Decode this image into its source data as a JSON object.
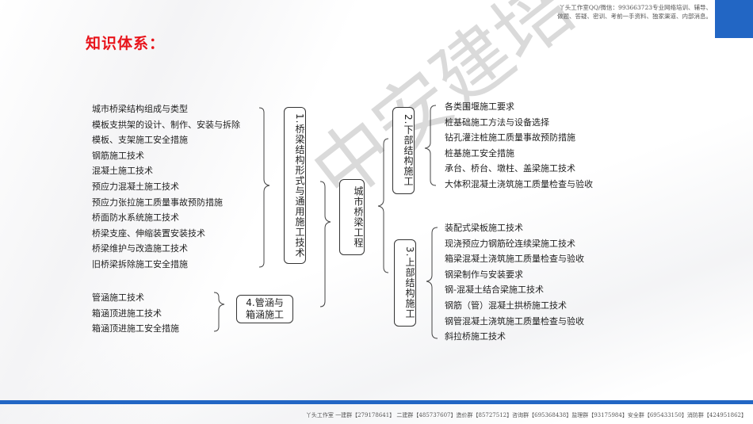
{
  "header": {
    "note_line1": "丫头工作室QQ/微信：993663723专业网络培训、辅导、",
    "note_line2": "做题、答疑、密训、考前一手资料、独家渠道、内部消息。",
    "accent_color": "#2266c4"
  },
  "page_title": "知识体系：",
  "title_color": "#e8141b",
  "watermark": "中安建培",
  "center_node": "城市桥梁工程",
  "branches": {
    "b1": {
      "label_num": "1.",
      "label": "桥梁结构形式与通用施工技术",
      "items": [
        "城市桥梁结构组成与类型",
        "模板支拱架的设计、制作、安装与拆除",
        "模板、支架施工安全措施",
        "钢筋施工技术",
        "混凝土施工技术",
        "预应力混凝土施工技术",
        "预应力张拉施工质量事故预防措施",
        "桥面防水系统施工技术",
        "桥梁支座、伸缩装置安装技术",
        "桥梁维护与改造施工技术",
        "旧桥梁拆除施工安全措施"
      ]
    },
    "b2": {
      "label_num": "2.",
      "label": "下部结构施工",
      "items": [
        "各类围堰施工要求",
        "桩基础施工方法与设备选择",
        "钻孔灌注桩施工质量事故预防措施",
        "桩基施工安全措施",
        "承台、桥台、墩柱、盖梁施工技术",
        "大体积混凝土浇筑施工质量检查与验收"
      ]
    },
    "b3": {
      "label_num": "3.",
      "label": "上部结构施工",
      "items": [
        "装配式梁板施工技术",
        "现浇预应力钢筋砼连续梁施工技术",
        "箱梁混凝土浇筑施工质量检查与验收",
        "钢梁制作与安装要求",
        "钢-混凝土结合梁施工技术",
        "钢筋（管）混凝土拱桥施工技术",
        "钢管混凝土浇筑施工质量检查与验收",
        "斜拉桥施工技术"
      ]
    },
    "b4": {
      "label_line1": "4.管涵与",
      "label_line2": "箱涵施工",
      "items": [
        "管涵施工技术",
        "箱涵顶进施工技术",
        "箱涵顶进施工安全措施"
      ]
    }
  },
  "footer": {
    "note": "丫头工作室 一建群【279178641】 二建群【485737607】造价群【85727512】咨询群【695368438】监理群【93175984】安全群【695433150】消防群【424951862】"
  }
}
